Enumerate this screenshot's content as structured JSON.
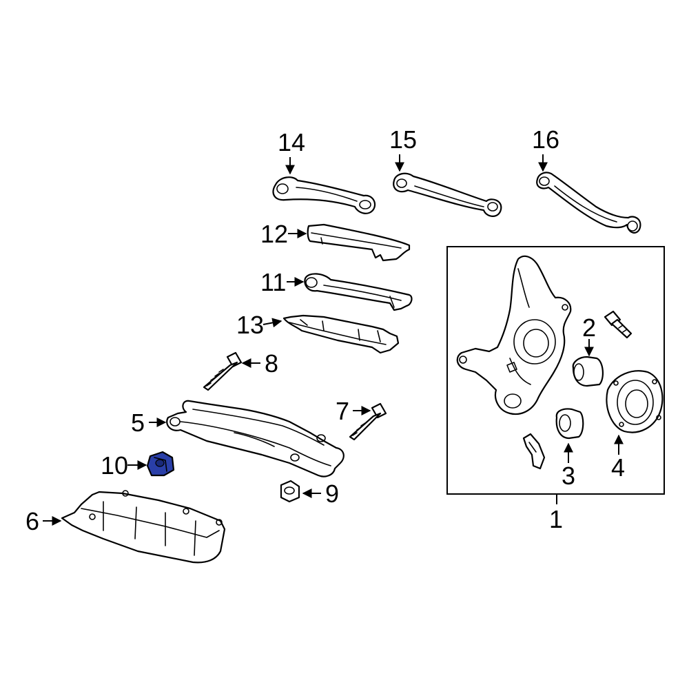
{
  "colors": {
    "line": "#000000",
    "background": "#ffffff",
    "highlight": "#2a3fa8"
  },
  "callouts": {
    "c1": "1",
    "c2": "2",
    "c3": "3",
    "c4": "4",
    "c5": "5",
    "c6": "6",
    "c7": "7",
    "c8": "8",
    "c9": "9",
    "c10": "10",
    "c11": "11",
    "c12": "12",
    "c13": "13",
    "c14": "14",
    "c15": "15",
    "c16": "16"
  },
  "highlighted_part": "10"
}
